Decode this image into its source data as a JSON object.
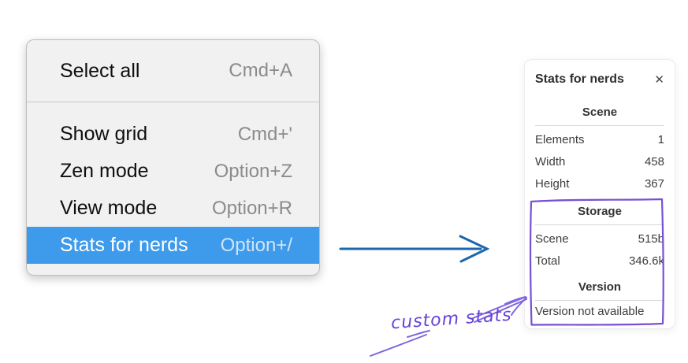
{
  "menu": {
    "items": [
      {
        "label": "Select all",
        "shortcut": "Cmd+A"
      },
      {
        "label": "Show grid",
        "shortcut": "Cmd+'"
      },
      {
        "label": "Zen mode",
        "shortcut": "Option+Z"
      },
      {
        "label": "View mode",
        "shortcut": "Option+R"
      },
      {
        "label": "Stats for nerds",
        "shortcut": "Option+/"
      }
    ],
    "highlighted_item": "Stats for nerds",
    "highlight_color": "#3e9aeb"
  },
  "stats_panel": {
    "title": "Stats for nerds",
    "close_icon": "✕",
    "sections": [
      {
        "heading": "Scene",
        "rows": [
          {
            "label": "Elements",
            "value": "1"
          },
          {
            "label": "Width",
            "value": "458"
          },
          {
            "label": "Height",
            "value": "367"
          }
        ]
      },
      {
        "heading": "Storage",
        "rows": [
          {
            "label": "Scene",
            "value": "515b"
          },
          {
            "label": "Total",
            "value": "346.6k"
          }
        ]
      },
      {
        "heading": "Version",
        "note": "Version not available"
      }
    ]
  },
  "annotation": {
    "label": "custom stats",
    "purple_box_color": "#7a50d2",
    "purple_arrow_color": "#8266dd",
    "text_color": "#6741d9"
  },
  "pointer_arrow_color": "#1b67ae"
}
